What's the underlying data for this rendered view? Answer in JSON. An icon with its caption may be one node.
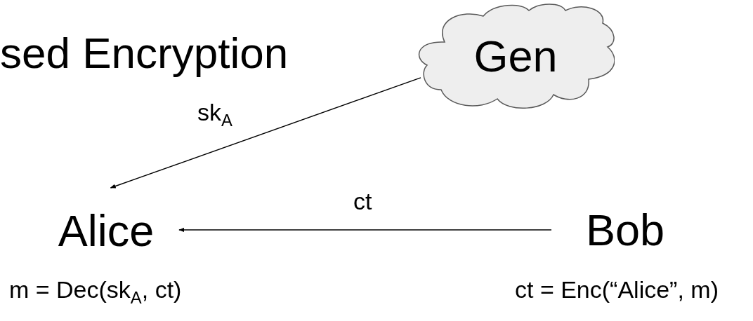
{
  "diagram": {
    "title": "sed Encryption",
    "nodes": [
      {
        "text": [
          "Gen"
        ]
      },
      {
        "text": [
          "Alice"
        ]
      },
      {
        "text": [
          "Bob"
        ]
      }
    ],
    "edges": [
      {
        "from": 0,
        "to": 1,
        "arrow": "to",
        "label": "sk$_{A}$"
      },
      {
        "from": 2,
        "to": 1,
        "arrow": "to",
        "label": "ct"
      }
    ],
    "labels": [
      "m = Dec(sk$_{A}$, ct)",
      "ct = Enc(“Alice”, m)"
    ]
  }
}
